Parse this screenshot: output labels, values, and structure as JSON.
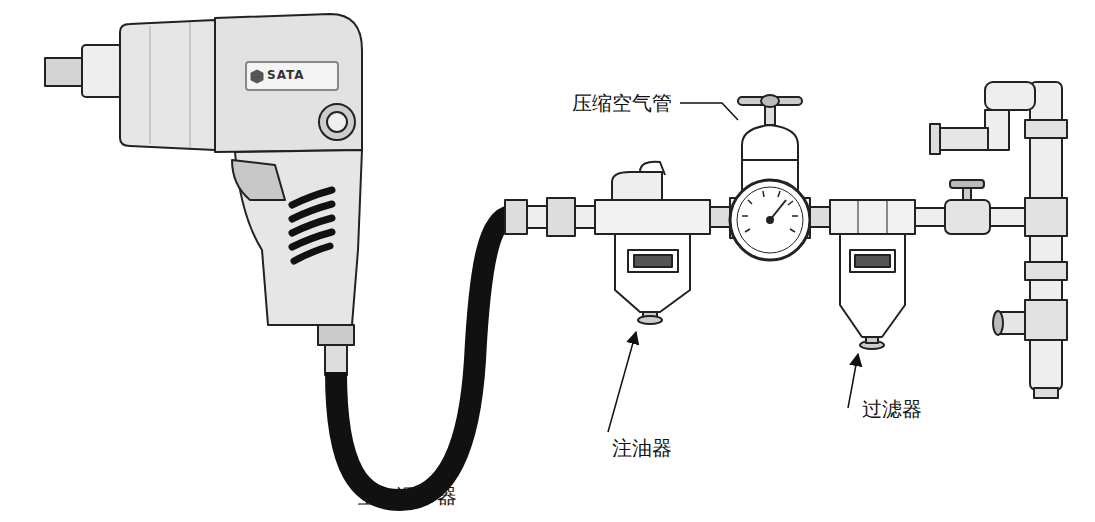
{
  "diagram": {
    "labels": [
      "压缩空气管",
      "注油器",
      "过滤器",
      "空气调节器",
      "SATA"
    ]
  }
}
